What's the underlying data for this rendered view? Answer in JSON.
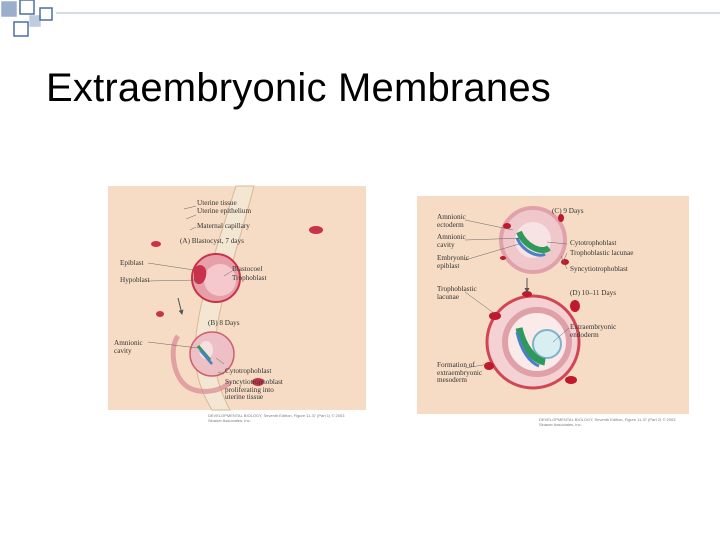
{
  "slide": {
    "title": "Extraembryonic Membranes"
  },
  "figure_left": {
    "labels": {
      "uterine_tissue": "Uterine tissue",
      "uterine_epithelium": "Uterine epithelium",
      "maternal_capillary": "Maternal capillary",
      "stage_a": "(A) Blastocyst, 7 days",
      "epiblast": "Epiblast",
      "hypoblast": "Hypoblast",
      "blastocoel": "Blastocoel",
      "trophoblast": "Trophoblast",
      "stage_b": "(B) 8 Days",
      "amnionic_cavity": "Amnionic\ncavity",
      "cytotrophoblast": "Cytotrophoblast",
      "syncytiotrophoblast": "Syncytiotrophoblast\nproliferating into\nuterine tissue"
    },
    "caption": "DEVELOPMENTAL BIOLOGY, Seventh Edition, Figure 11.37 (Part 1)  © 2003 Sinauer Associates, Inc."
  },
  "figure_right": {
    "labels": {
      "stage_c": "(C) 9 Days",
      "amnionic_ectoderm": "Amnionic\nectoderm",
      "amnionic_cavity": "Amnionic\ncavity",
      "embryonic_epiblast": "Embryonic\nepiblast",
      "cytotrophoblast": "Cytotrophoblast",
      "trophoblastic_lacunae": "Trophoblastic lacunae",
      "syncytiotrophoblast": "Syncytiotrophoblast",
      "trophoblastic_lacunae_left": "Trophoblastic\nlacunae",
      "stage_d": "(D) 10–11 Days",
      "extraembryonic_endoderm": "Extraembryonic\nendoderm",
      "formation_mesoderm": "Formation of\nextraembryonic\nmesoderm"
    },
    "caption": "DEVELOPMENTAL BIOLOGY, Seventh Edition, Figure 11.37 (Part 2)  © 2003 Sinauer Associates, Inc."
  },
  "colors": {
    "decor_square": "#4a6fa5",
    "tissue_bg": "#f6dcc4",
    "membrane": "#f3e6d2",
    "embryo_red": "#c8324a",
    "epiblast_green": "#2e9a5a",
    "hypoblast_blue": "#4b7fc8",
    "lacunae_red": "#c0182c"
  }
}
